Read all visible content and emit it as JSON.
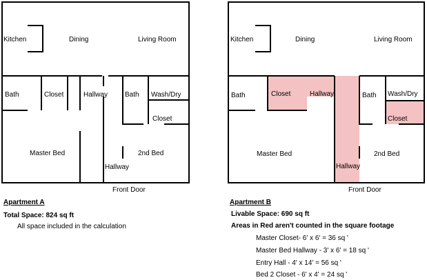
{
  "highlight_color": "#f4c2c2",
  "apartment_a": {
    "rooms": {
      "kitchen": "Kitchen",
      "dining": "Dining",
      "living_room": "Living Room",
      "bath_left": "Bath",
      "closet_left": "Closet",
      "hallway_mid": "Hallway",
      "bath_right": "Bath",
      "wash_dry": "Wash/Dry",
      "closet_right": "Closet",
      "master_bed": "Master Bed",
      "second_bed": "2nd Bed",
      "hallway_entry": "Hallway",
      "front_door": "Front Door"
    },
    "title": "Apartment A",
    "total_label": "Total Space: 824 sq ft",
    "note": "All space included in the calculation"
  },
  "apartment_b": {
    "rooms": {
      "kitchen": "Kitchen",
      "dining": "Dining",
      "living_room": "Living Room",
      "bath_left": "Bath",
      "closet_left": "Closet",
      "hallway_mid": "Hallway",
      "bath_right": "Bath",
      "wash_dry": "Wash/Dry",
      "closet_right": "Closet",
      "master_bed": "Master Bed",
      "second_bed": "2nd Bed",
      "hallway_entry": "Hallway",
      "front_door": "Front Door"
    },
    "title": "Apartment B",
    "total_label": "Livable Space: 690 sq ft",
    "note": "Areas in Red aren't counted in the square footage",
    "excluded": [
      "Master Closet- 6' x 6' = 36 sq '",
      "Master Bed Hallway - 3' x 6' = 18 sq '",
      "Entry Hall - 4' x 14' = 56 sq '",
      "Bed 2 Closet - 6' x 4' = 24 sq '"
    ]
  }
}
